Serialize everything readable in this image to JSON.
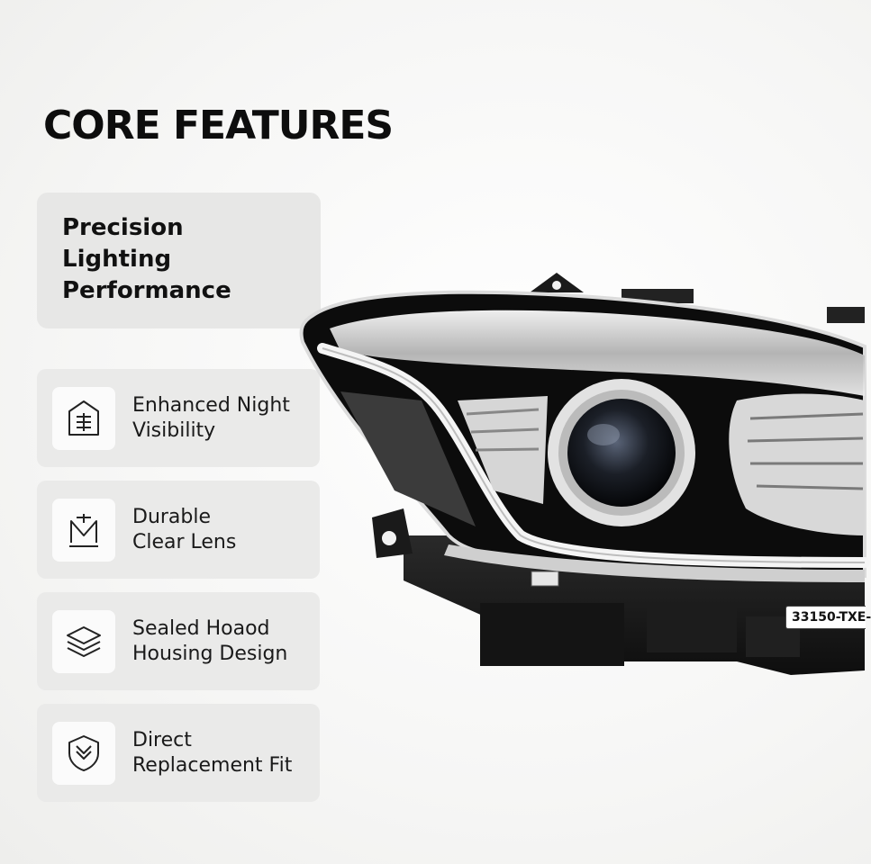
{
  "heading": "CORE FEATURES",
  "hero": {
    "text": "Precision\nLighting\nPerformance"
  },
  "features": [
    {
      "label": "Enhanced Night\nVisibility",
      "icon": "headlight-icon"
    },
    {
      "label": "Durable\nClear Lens",
      "icon": "lens-icon"
    },
    {
      "label": "Sealed Hoaod\nHousing Design",
      "icon": "layers-icon"
    },
    {
      "label": "Direct\nReplacement Fit",
      "icon": "shield-check-icon"
    }
  ],
  "product": {
    "part_number": "33150-TXE-"
  },
  "colors": {
    "background": "#f6f6f5",
    "card": "#eaeae9",
    "text": "#111111"
  }
}
